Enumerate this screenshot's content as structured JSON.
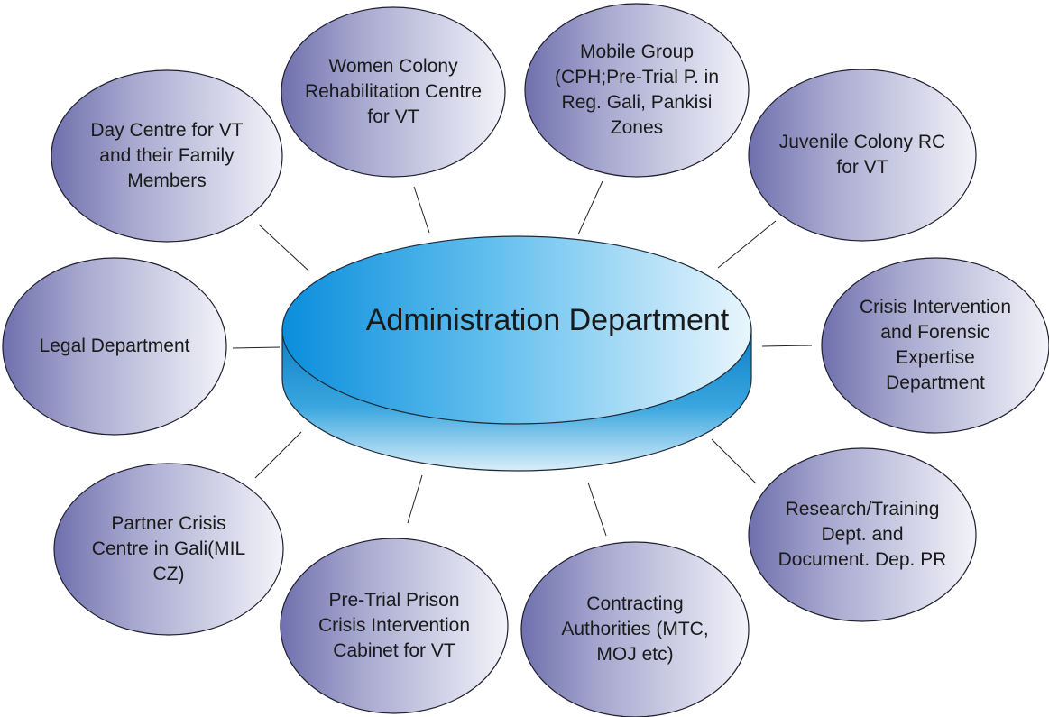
{
  "diagram": {
    "center": {
      "label": "Administration Department",
      "colors": {
        "light": "#e9f6fd",
        "dark": "#0a8edc"
      }
    },
    "bubble_colors": {
      "light": "#f3f3fa",
      "dark": "#6f70ad"
    },
    "nodes": [
      {
        "key": "day-centre",
        "label": "Day Centre for VT\nand their Family\nMembers"
      },
      {
        "key": "women-colony",
        "label": "Women Colony\nRehabilitation Centre\nfor VT"
      },
      {
        "key": "mobile-group",
        "label": "Mobile Group\n(CPH;Pre-Trial P. in\nReg. Gali, Pankisi\nZones"
      },
      {
        "key": "juvenile-colony",
        "label": "Juvenile Colony RC\nfor VT"
      },
      {
        "key": "legal-department",
        "label": "Legal Department"
      },
      {
        "key": "crisis-intervention",
        "label": "Crisis Intervention\nand Forensic\nExpertise\nDepartment"
      },
      {
        "key": "partner-crisis-centre",
        "label": "Partner Crisis\nCentre in Gali(MIL\nCZ)"
      },
      {
        "key": "pre-trial-prison",
        "label": "Pre-Trial Prison\nCrisis Intervention\nCabinet for VT"
      },
      {
        "key": "contracting-authorities",
        "label": "Contracting\nAuthorities (MTC,\nMOJ etc)"
      },
      {
        "key": "research-training",
        "label": "Research/Training\nDept. and\nDocument. Dep. PR"
      }
    ]
  }
}
